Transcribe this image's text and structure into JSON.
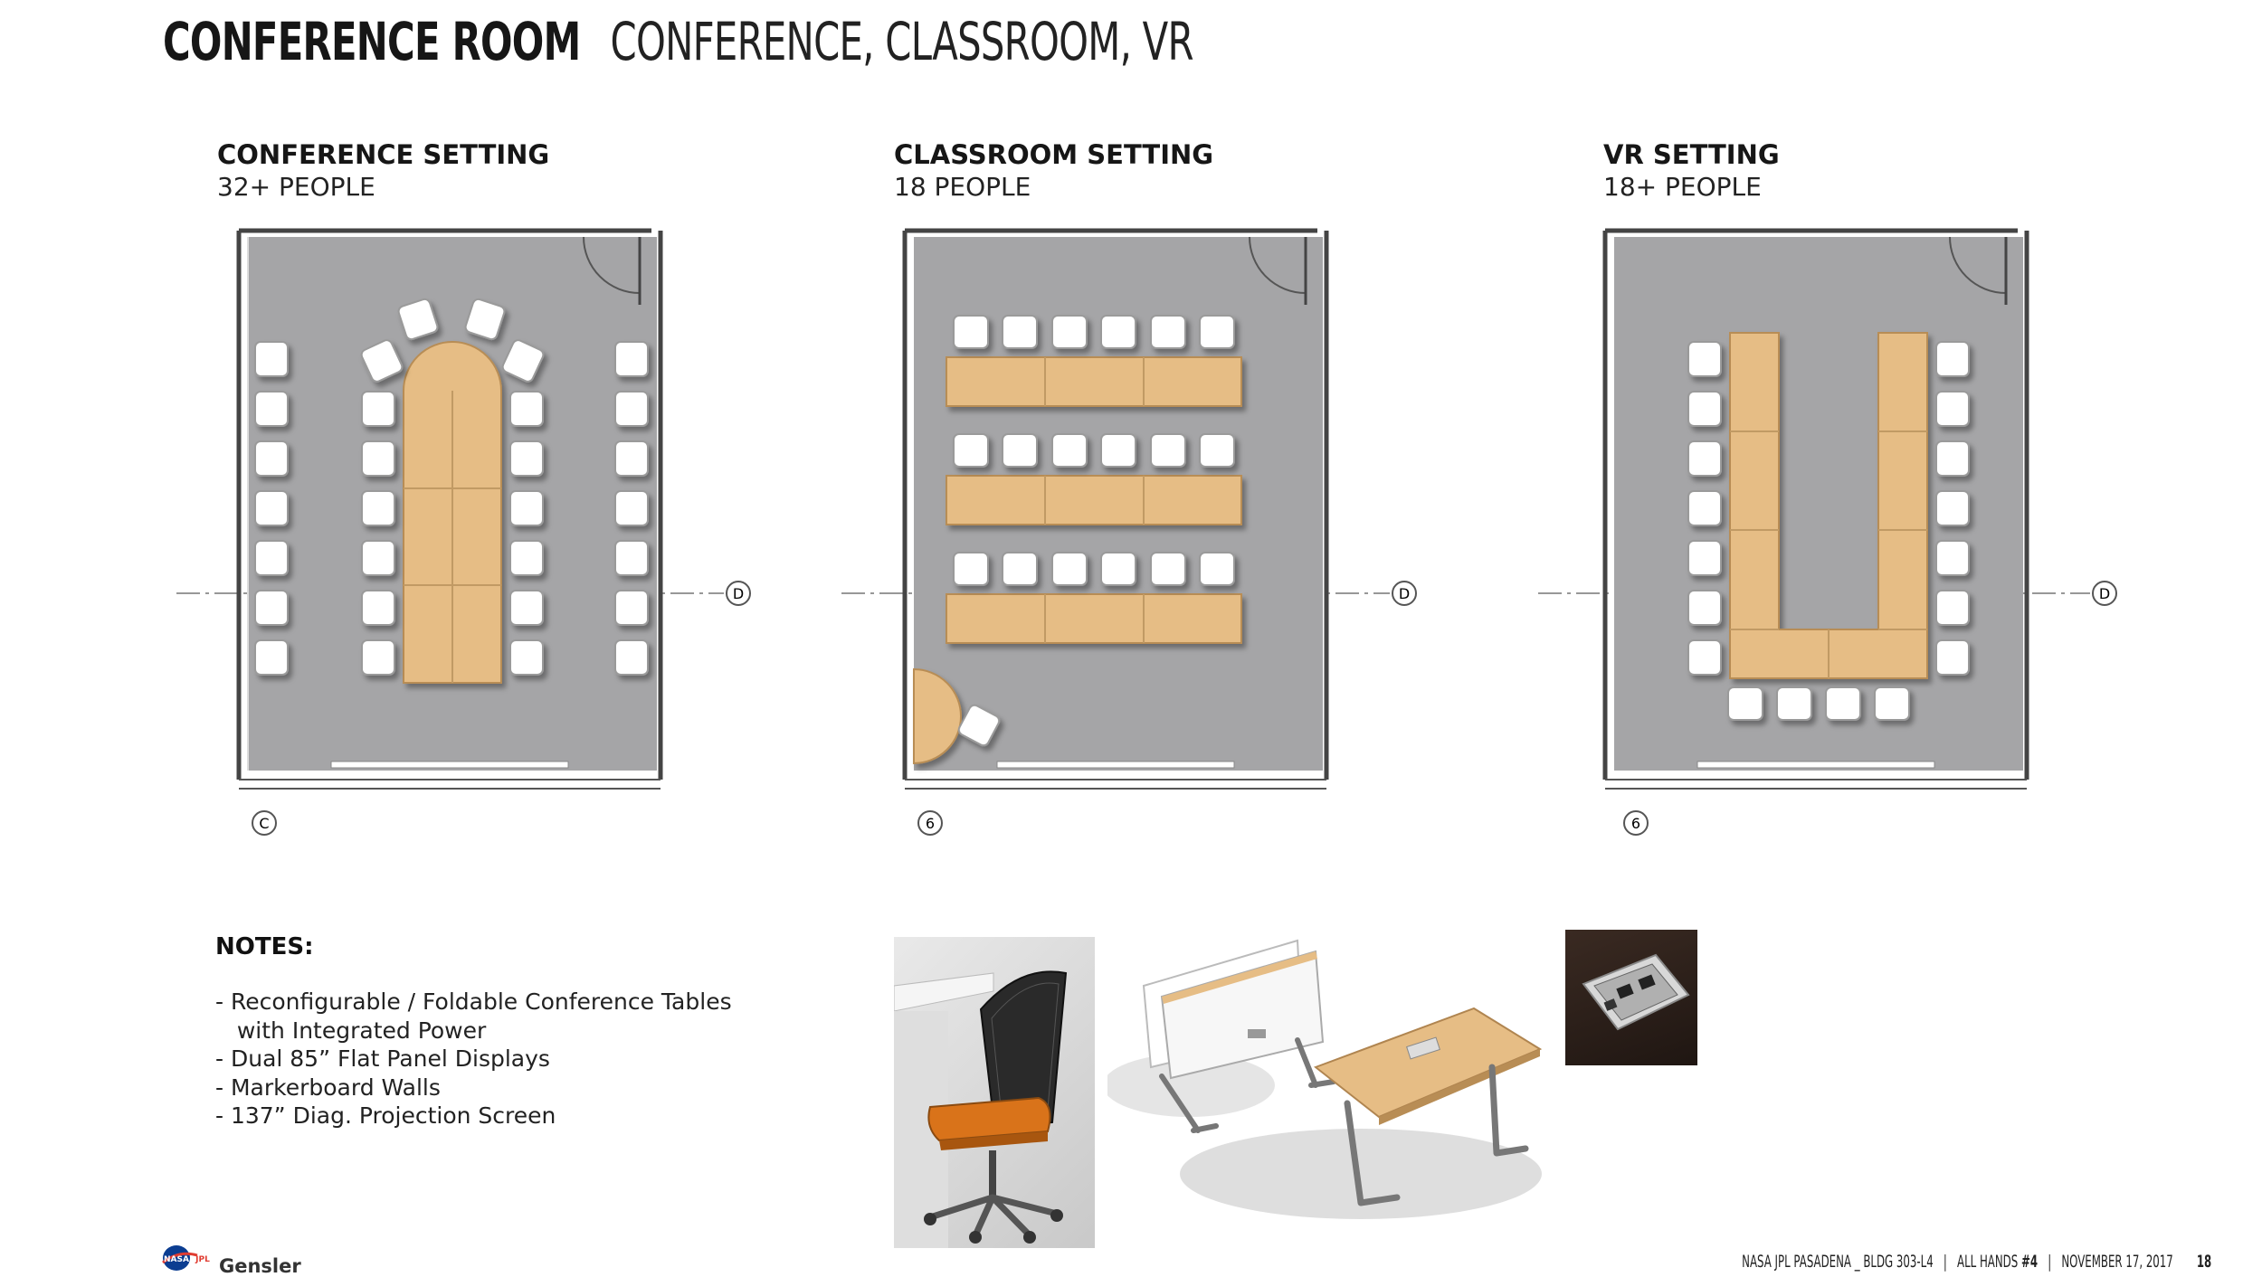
{
  "header": {
    "title": "CONFERENCE ROOM",
    "subtitle": "CONFERENCE, CLASSROOM, VR"
  },
  "sections": [
    {
      "title": "CONFERENCE SETTING",
      "capacity": "32+ PEOPLE",
      "grid_bottom": "C",
      "grid_right": "D"
    },
    {
      "title": "CLASSROOM SETTING",
      "capacity": "18 PEOPLE",
      "grid_bottom": "6",
      "grid_right": "D"
    },
    {
      "title": "VR SETTING",
      "capacity": "18+ PEOPLE",
      "grid_bottom": "6",
      "grid_right": "D"
    }
  ],
  "notes": {
    "title": "NOTES:",
    "items": [
      "- Reconfigurable / Foldable Conference Tables",
      "   with Integrated Power",
      "- Dual 85” Flat Panel Displays",
      "- Markerboard Walls",
      "- 137” Diag. Projection Screen"
    ]
  },
  "footer": {
    "project": "NASA JPL PASADENA _ BLDG 303-L4",
    "event": "ALL HANDS",
    "event_num": "#4",
    "date": "NOVEMBER 17, 2017",
    "page": "18"
  },
  "logos": {
    "nasa": "NASA",
    "jpl": "JPL",
    "gensler": "Gensler"
  },
  "colors": {
    "floor": "#a5a5a7",
    "table": "#e6bd85",
    "chair": "#ffffff",
    "wall": "#444444",
    "accent_orange": "#d9731a"
  }
}
